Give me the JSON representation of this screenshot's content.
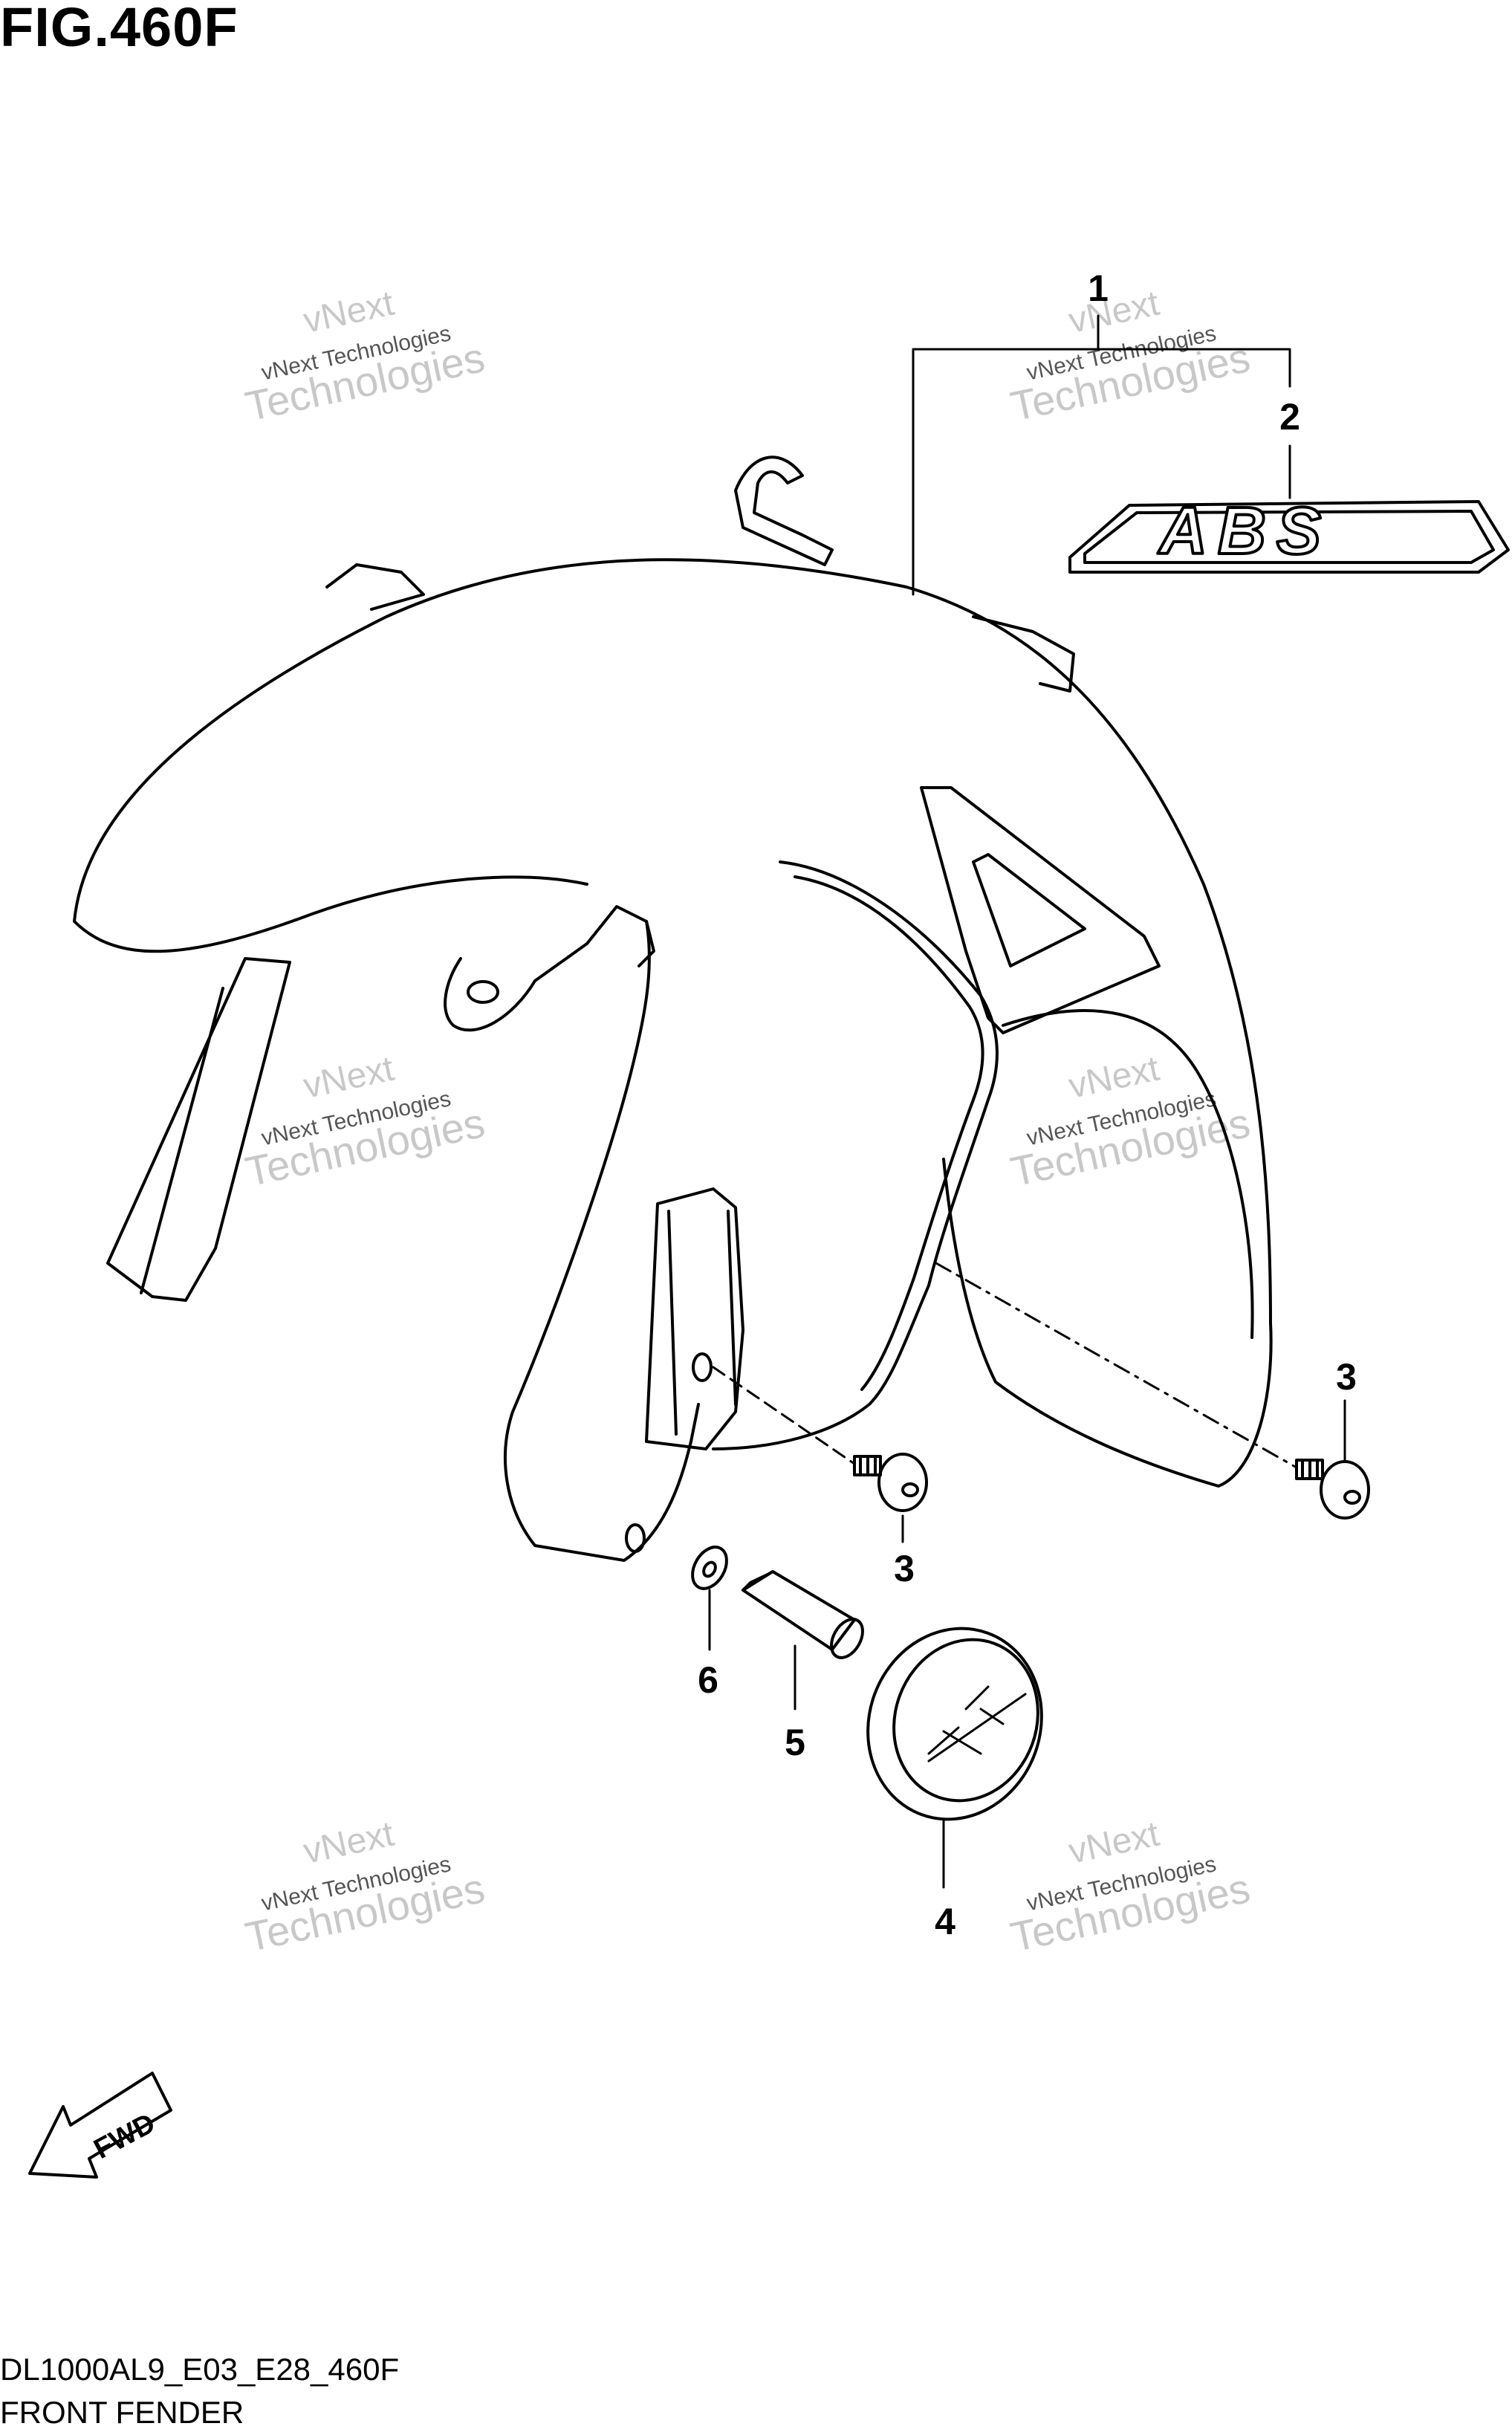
{
  "figure": {
    "title": "FIG.460F"
  },
  "diagram": {
    "code": "DL1000AL9_E03_E28_460F",
    "name": "FRONT FENDER",
    "callouts": [
      "1",
      "2",
      "3",
      "3",
      "4",
      "5",
      "6"
    ],
    "emblem_text": "ABS",
    "direction_label": "FWD"
  },
  "watermark": {
    "line1": "vNext Technologies",
    "line2": "vNext",
    "line3": "Technologies"
  },
  "colors": {
    "ink": "#000000",
    "watermark": "#c8c8c8",
    "background": "#ffffff"
  }
}
